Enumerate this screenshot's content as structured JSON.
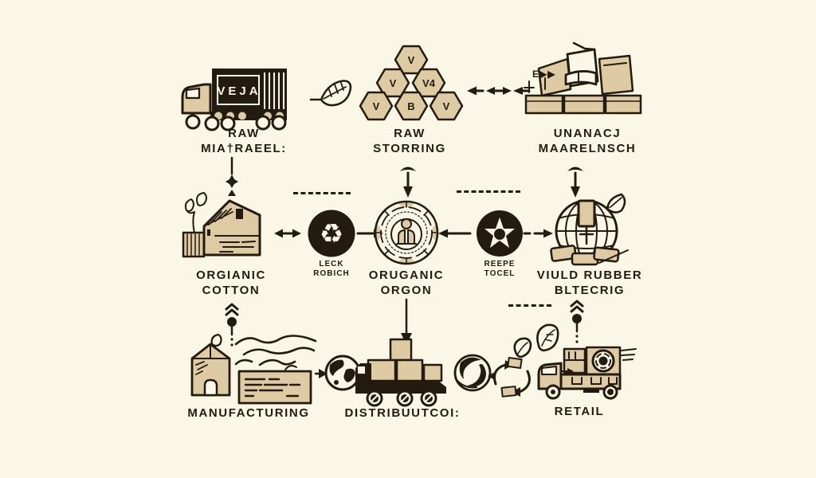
{
  "palette": {
    "background": "#FAF7E7",
    "ink": "#231B10",
    "tan_fill": "#DFCBA3",
    "reverse_text": "#FAF7E7"
  },
  "top_row": {
    "raw_material": {
      "truck_brand": "VEJA",
      "label_line1": "RAW",
      "label_line2": "MIA†RAEEL:"
    },
    "raw_storing": {
      "label_line1": "RAW",
      "label_line2": "STORRING",
      "hex_letters": [
        "V",
        "V",
        "V4",
        "V",
        "B",
        "V"
      ]
    },
    "materials_warehouse": {
      "side_text": "E▶▶",
      "label_line1": "UNANACJ",
      "label_line2": "MAARELNSCH"
    }
  },
  "middle_row": {
    "organic_cotton": {
      "label_line1": "ORGIANIC",
      "label_line2": "COTTON"
    },
    "recycle_badge": {
      "glyph": "♻",
      "label_line1": "LECK",
      "label_line2": "ROBICH"
    },
    "organic_center": {
      "label_line1": "ORUGANIC",
      "label_line2": "ORGON"
    },
    "star_badge": {
      "label_line1": "REEPE",
      "label_line2": "TOCEL"
    },
    "wild_rubber": {
      "label_line1": "VIULD RUBBER",
      "label_line2": "BLTECRIG"
    }
  },
  "bottom_row": {
    "manufacturing": {
      "label": "MANUFACTURING"
    },
    "distribution": {
      "label": "DISTRIBUUTCOI:"
    },
    "retail": {
      "label": "RETAIL"
    }
  }
}
